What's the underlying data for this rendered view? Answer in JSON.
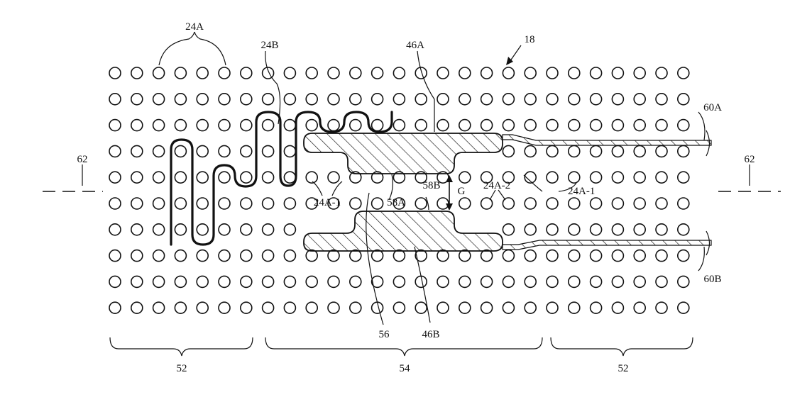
{
  "figure_ref": "18",
  "labels": {
    "fibers_24a": "24A",
    "fiber_24b": "24B",
    "pad_46a": "46A",
    "pad_46b": "46B",
    "fiber_24a1_left": "24A-1",
    "fiber_24a1_right": "24A-1",
    "fiber_24a2": "24A-2",
    "edge_58a": "58A",
    "edge_58b": "58B",
    "gap_g": "G",
    "channel_56": "56",
    "line_62_left": "62",
    "line_62_right": "62",
    "lead_60a": "60A",
    "lead_60b": "60B",
    "region_52_left": "52",
    "region_54": "54",
    "region_52_right": "52"
  },
  "colors": {
    "ink": "#111111",
    "background": "#ffffff"
  }
}
